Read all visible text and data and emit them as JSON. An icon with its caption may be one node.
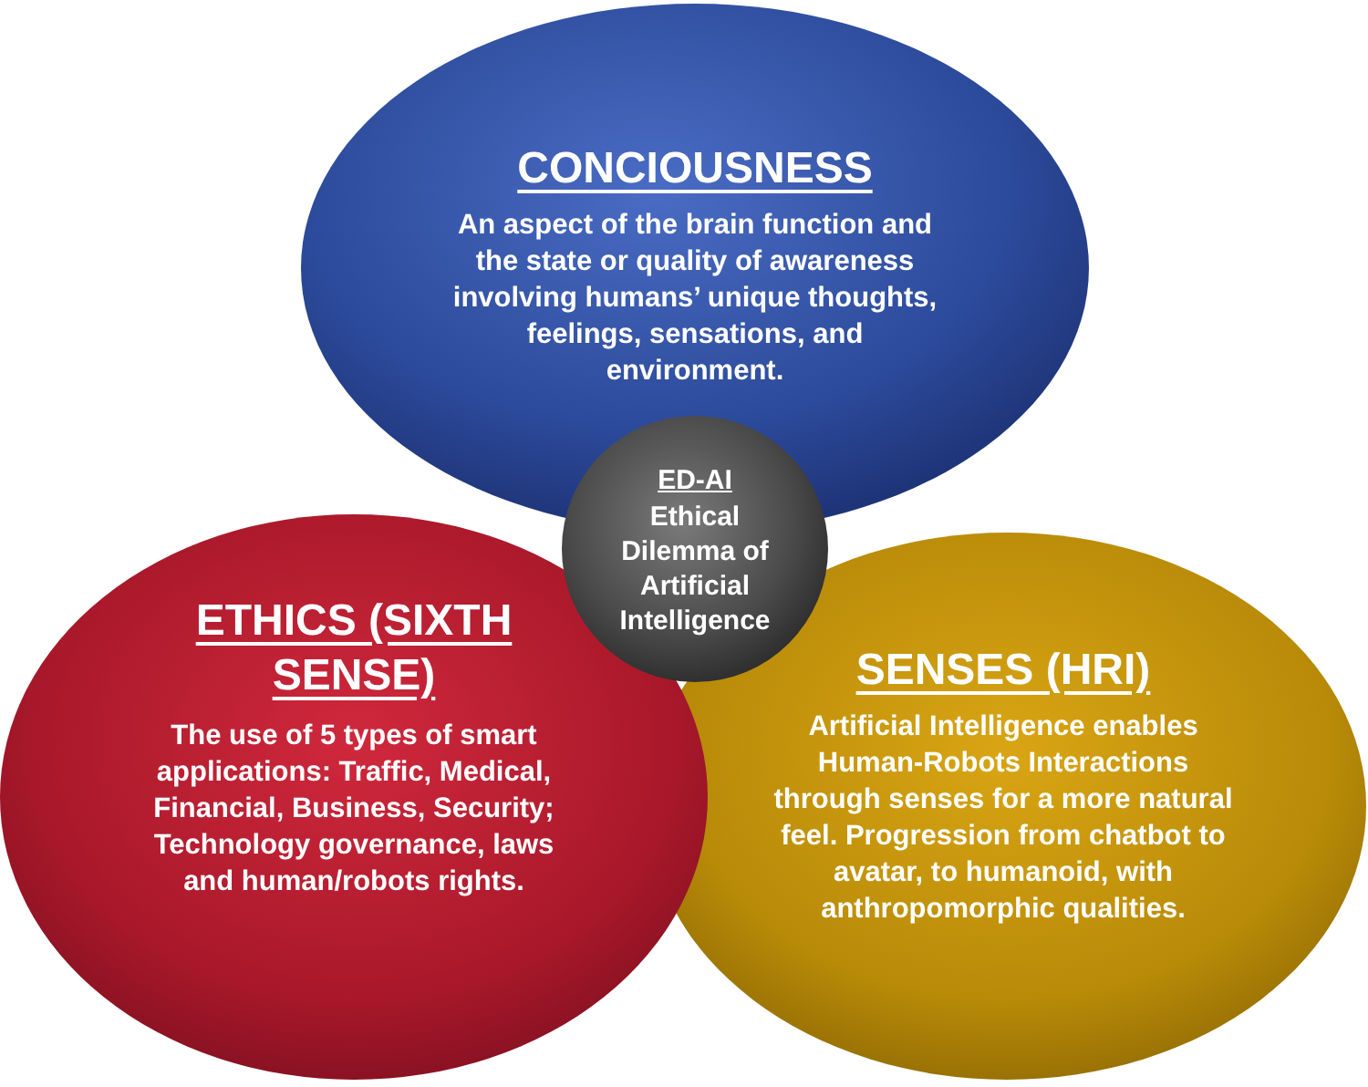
{
  "diagram": {
    "nodes": [
      {
        "text": [
          "CONCIOUSNESS",
          "An aspect of the brain function and the state or quality of awareness involving humans’ unique thoughts, feelings, sensations, and environment."
        ]
      },
      {
        "text": [
          "ETHICS (SIXTH SENSE)",
          "The use of 5 types of smart applications: Traffic, Medical, Financial, Business, Security; Technology governance, laws and human/robots rights."
        ]
      },
      {
        "text": [
          "SENSES (HRI)",
          "Artificial Intelligence enables Human-Robots Interactions through senses for a more natural feel. Progression from chatbot to avatar, to humanoid, with anthropomorphic qualities."
        ]
      },
      {
        "text": [
          "ED-AI",
          "Ethical Dilemma of Artificial Intelligence"
        ]
      }
    ]
  }
}
